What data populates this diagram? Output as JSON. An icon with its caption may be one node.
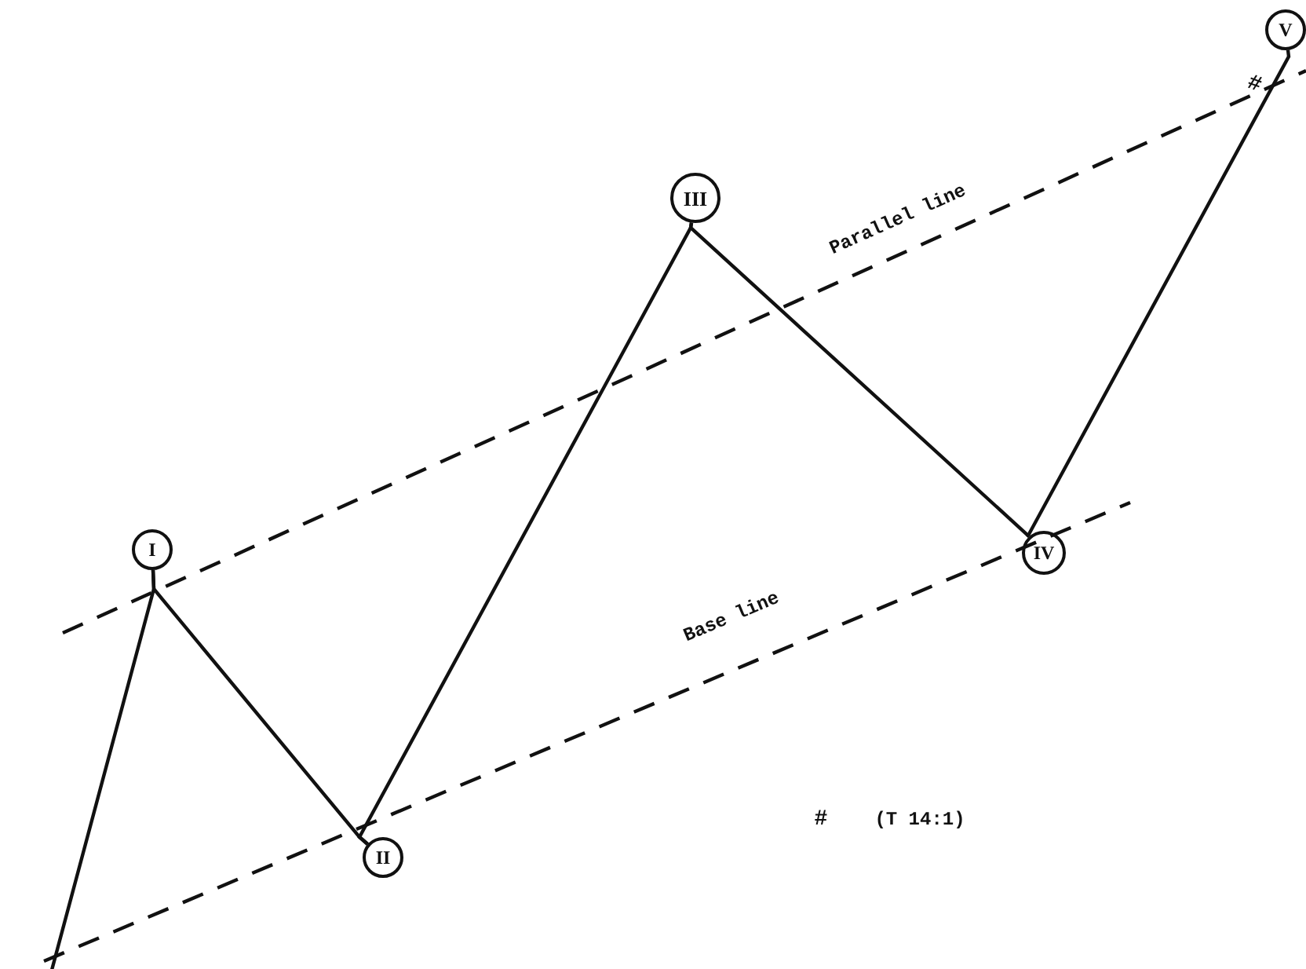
{
  "diagram": {
    "nodes": [
      {
        "text": [
          "I"
        ]
      },
      {
        "text": [
          "II"
        ]
      },
      {
        "text": [
          "III"
        ]
      },
      {
        "text": [
          "IV"
        ]
      },
      {
        "text": [
          "V"
        ]
      }
    ],
    "edges": [
      {
        "from": null,
        "to": 0,
        "arrow": "none"
      },
      {
        "from": 0,
        "to": 1,
        "arrow": "none"
      },
      {
        "from": 1,
        "to": 2,
        "arrow": "none"
      },
      {
        "from": 2,
        "to": 3,
        "arrow": "none"
      },
      {
        "from": 3,
        "to": 4,
        "arrow": "none"
      }
    ],
    "labels": [
      "#",
      "Parallel line",
      "Base line",
      "#",
      "(T 14:1)"
    ]
  }
}
